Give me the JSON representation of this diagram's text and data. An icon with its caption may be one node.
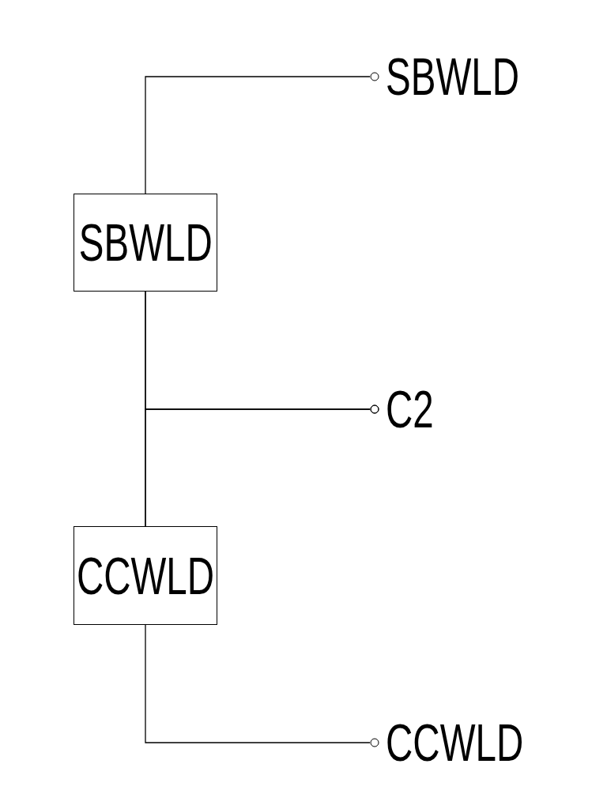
{
  "diagram": {
    "nodes": [
      {
        "text": [
          "SBWLD"
        ]
      },
      {
        "text": [
          "CCWLD"
        ]
      },
      {
        "text": [
          "SBWLD"
        ]
      },
      {
        "text": [
          "C2"
        ]
      },
      {
        "text": [
          "CCWLD"
        ]
      }
    ],
    "edges": [
      {
        "from": 0,
        "to": 2,
        "arrow": "other"
      },
      {
        "from": 0,
        "to": 1,
        "arrow": "none"
      },
      {
        "from": 0,
        "to": 3,
        "arrow": "other"
      },
      {
        "from": 1,
        "to": 3,
        "arrow": "other"
      },
      {
        "from": 1,
        "to": 4,
        "arrow": "other"
      }
    ]
  }
}
